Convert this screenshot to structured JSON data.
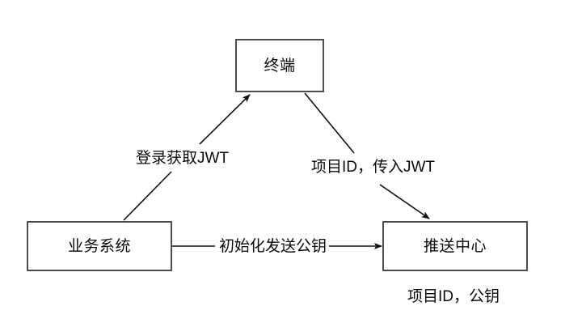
{
  "diagram": {
    "type": "flow-diagram",
    "background_color": "#ffffff",
    "stroke_color": "#4d4d4d",
    "arrow_color": "#111111",
    "text_color": "#0a0a0a",
    "nodes": [
      {
        "id": "terminal",
        "label": "终端"
      },
      {
        "id": "business",
        "label": "业务系统"
      },
      {
        "id": "push",
        "label": "推送中心"
      }
    ],
    "edges": [
      {
        "id": "login",
        "from": "business",
        "to": "terminal",
        "label": "登录获取JWT"
      },
      {
        "id": "project-jwt",
        "from": "terminal",
        "to": "push",
        "label": "项目ID，传入JWT"
      },
      {
        "id": "init",
        "from": "business",
        "to": "push",
        "label": "初始化发送公钥"
      }
    ],
    "captions": [
      {
        "id": "push-caption",
        "attached_to": "push",
        "text": "项目ID，公钥"
      }
    ]
  }
}
